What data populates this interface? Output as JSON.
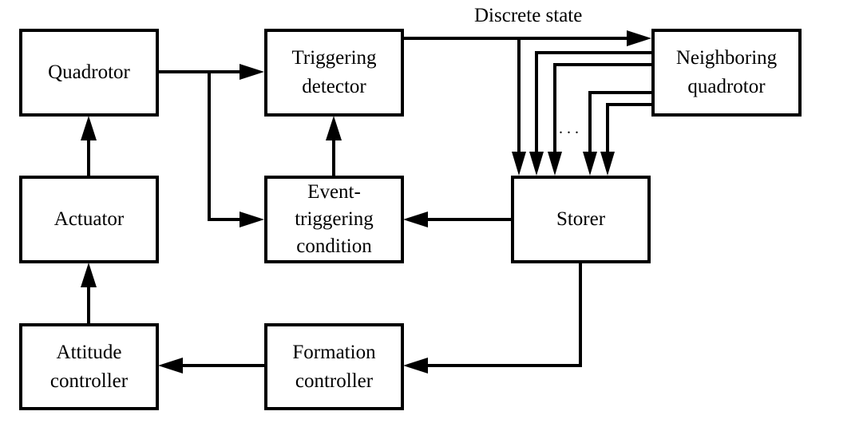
{
  "diagram": {
    "blocks": {
      "quadrotor": "Quadrotor",
      "triggering_detector": "Triggering detector",
      "neighboring_quadrotor": "Neighboring quadrotor",
      "actuator": "Actuator",
      "event_triggering_condition": "Event-triggering condition",
      "storer": "Storer",
      "attitude_controller": "Attitude controller",
      "formation_controller": "Formation controller"
    },
    "blocks_lines": {
      "triggering_detector": [
        "Triggering",
        "detector"
      ],
      "neighboring_quadrotor": [
        "Neighboring",
        "quadrotor"
      ],
      "event_triggering_condition": [
        "Event-",
        "triggering",
        "condition"
      ],
      "attitude_controller": [
        "Attitude",
        "controller"
      ],
      "formation_controller": [
        "Formation",
        "controller"
      ]
    },
    "labels": {
      "discrete_state": "Discrete state",
      "ellipsis": ". . ."
    },
    "colors": {
      "stroke": "#000000",
      "background": "#ffffff"
    }
  }
}
